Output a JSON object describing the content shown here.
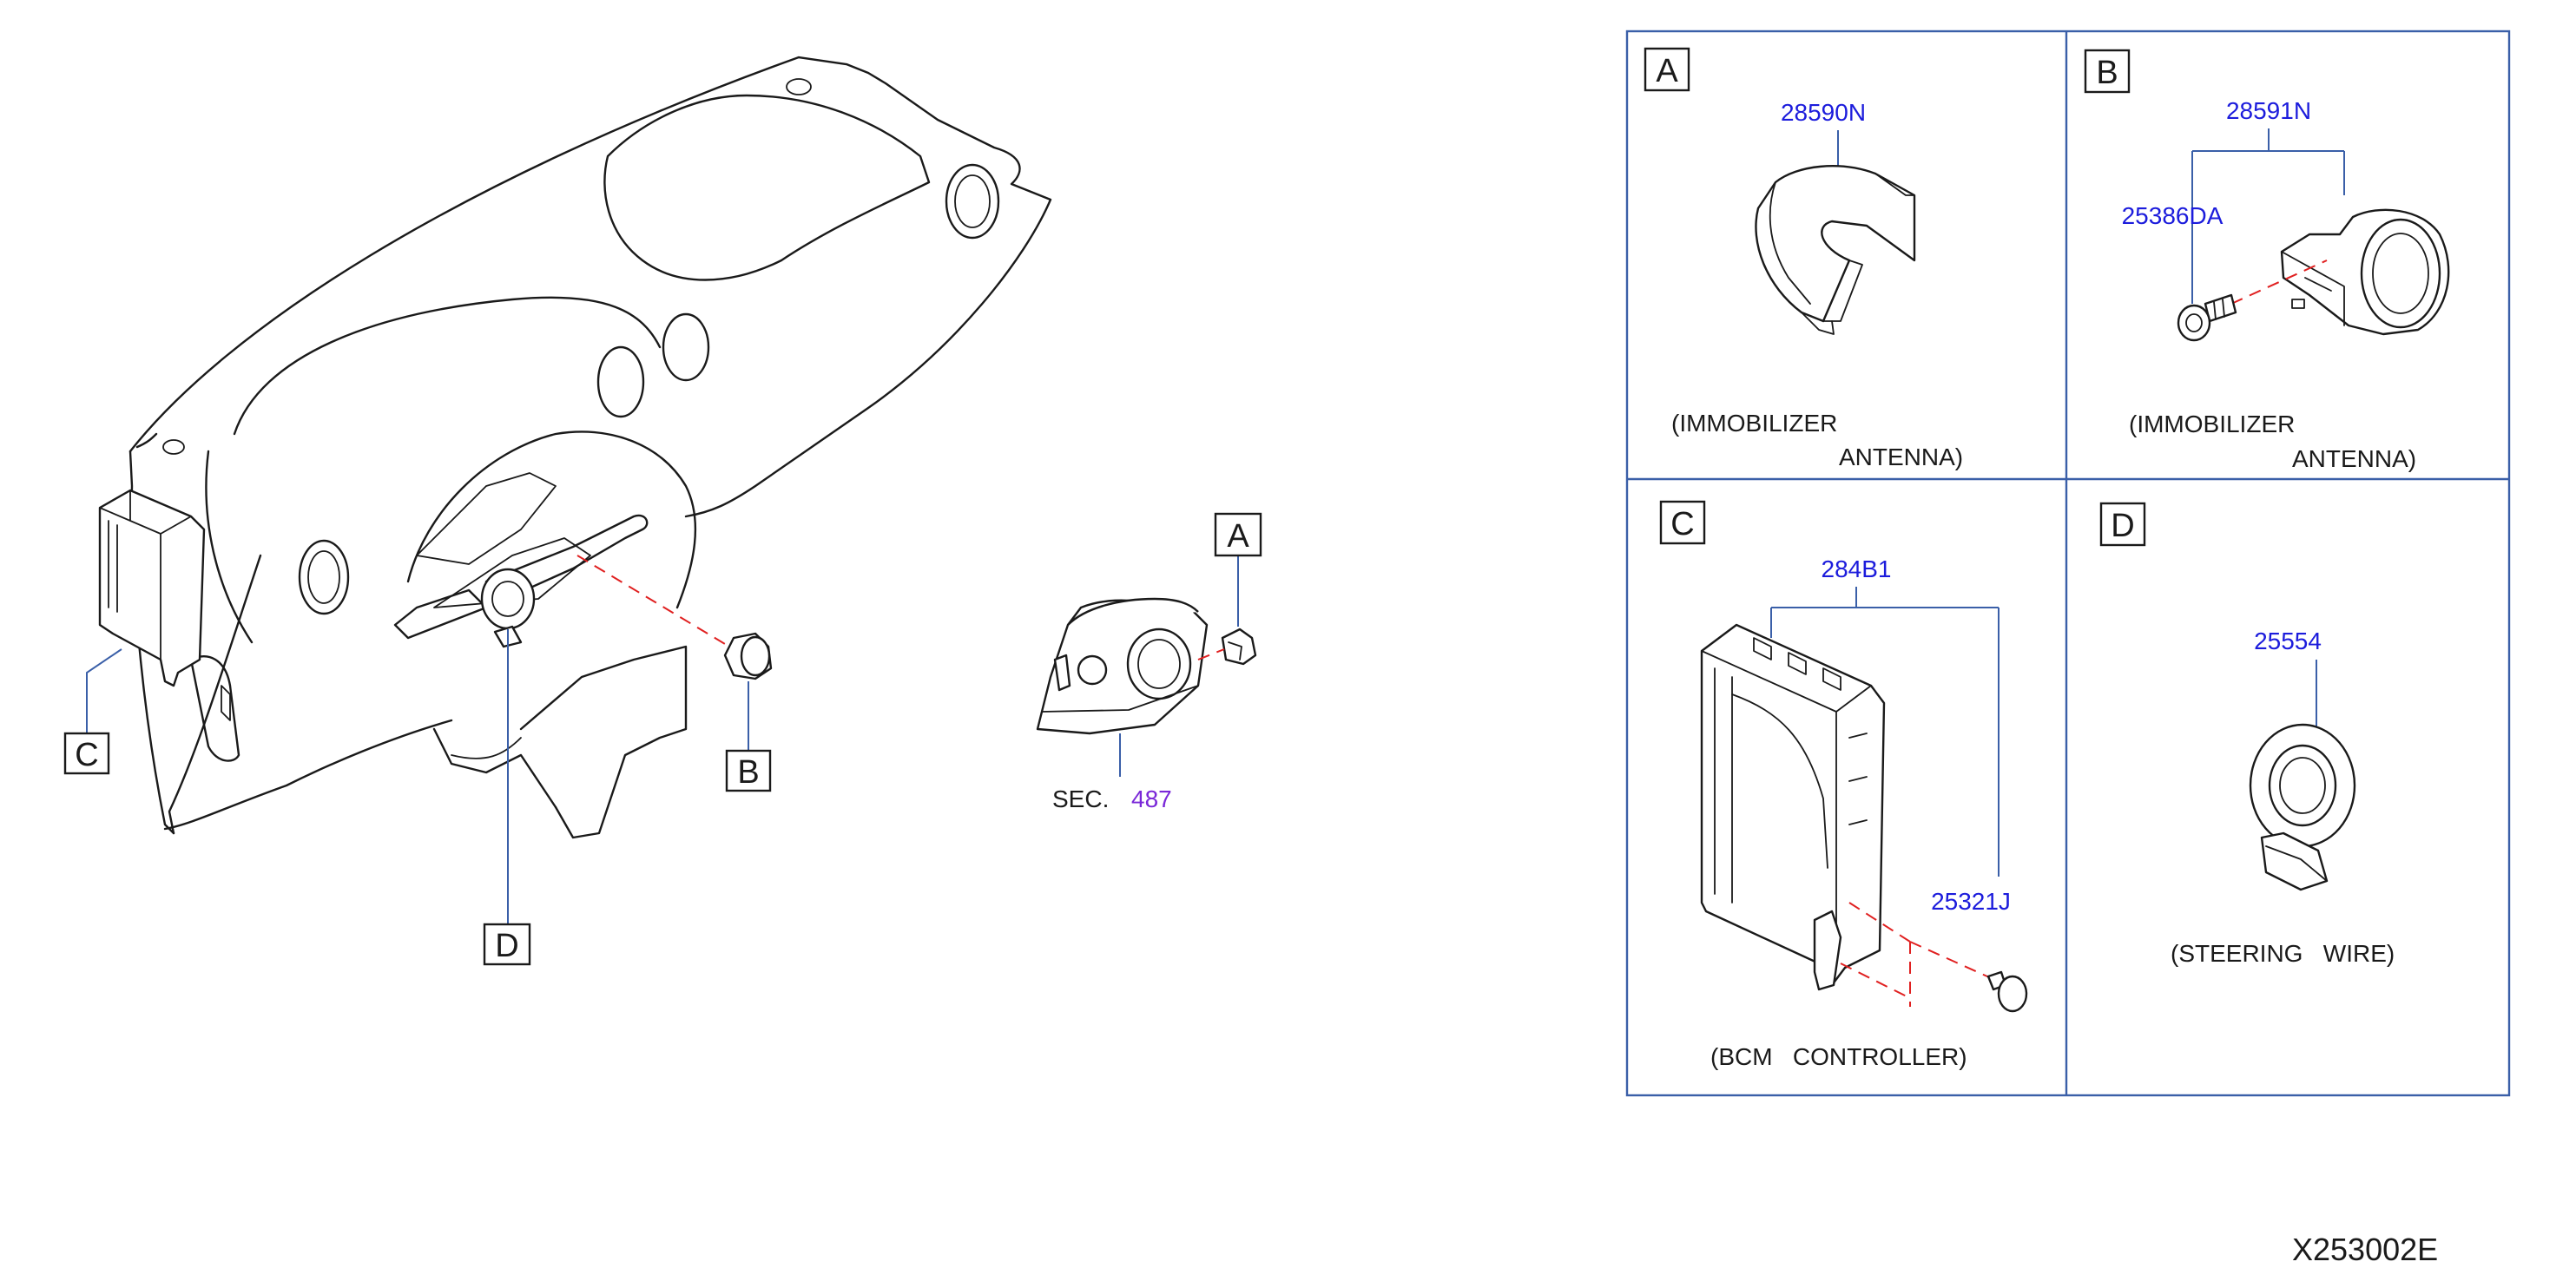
{
  "colors": {
    "line": "#1a1a1a",
    "part_number": "#1c1cdc",
    "section_ref": "#7a28d8",
    "frame": "#3a5fa8",
    "leader": "#3a5fa8",
    "dashed": "#e02020"
  },
  "main_view": {
    "callouts": {
      "a": "A",
      "b": "B",
      "c": "C",
      "d": "D"
    },
    "sec_prefix": "SEC.",
    "sec_number": "487"
  },
  "detail_panels": {
    "a": {
      "letter": "A",
      "parts": [
        "28590N"
      ],
      "caption_line1": "(IMMOBILIZER",
      "caption_line2": "ANTENNA)"
    },
    "b": {
      "letter": "B",
      "parts": [
        "28591N",
        "25386DA"
      ],
      "caption_line1": "(IMMOBILIZER",
      "caption_line2": "ANTENNA)"
    },
    "c": {
      "letter": "C",
      "parts": [
        "284B1",
        "25321J"
      ],
      "caption": "(BCM   CONTROLLER)"
    },
    "d": {
      "letter": "D",
      "parts": [
        "25554"
      ],
      "caption": "(STEERING   WIRE)"
    }
  },
  "figure_code": "X253002E"
}
